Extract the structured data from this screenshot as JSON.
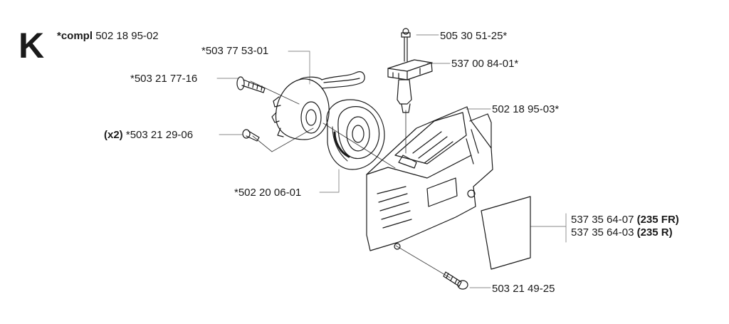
{
  "section": {
    "letter": "K",
    "compl_prefix": "*compl",
    "compl_number": "502 18 95-02"
  },
  "parts": {
    "p1": {
      "number": "*503 77 53-01"
    },
    "p2": {
      "number": "*503 21 77-16"
    },
    "p3": {
      "qty": "(x2)",
      "number": "*503 21 29-06"
    },
    "p4": {
      "number": "*502 20 06-01"
    },
    "p5": {
      "number": "505 30 51-25*"
    },
    "p6": {
      "number": "537 00 84-01*"
    },
    "p7": {
      "number": "502 18 95-03*"
    },
    "p8": {
      "number": "537 35 64-07",
      "model": "(235 FR)"
    },
    "p9": {
      "number": "537 35 64-03",
      "model": "(235 R)"
    },
    "p10": {
      "number": "503 21 49-25"
    }
  }
}
